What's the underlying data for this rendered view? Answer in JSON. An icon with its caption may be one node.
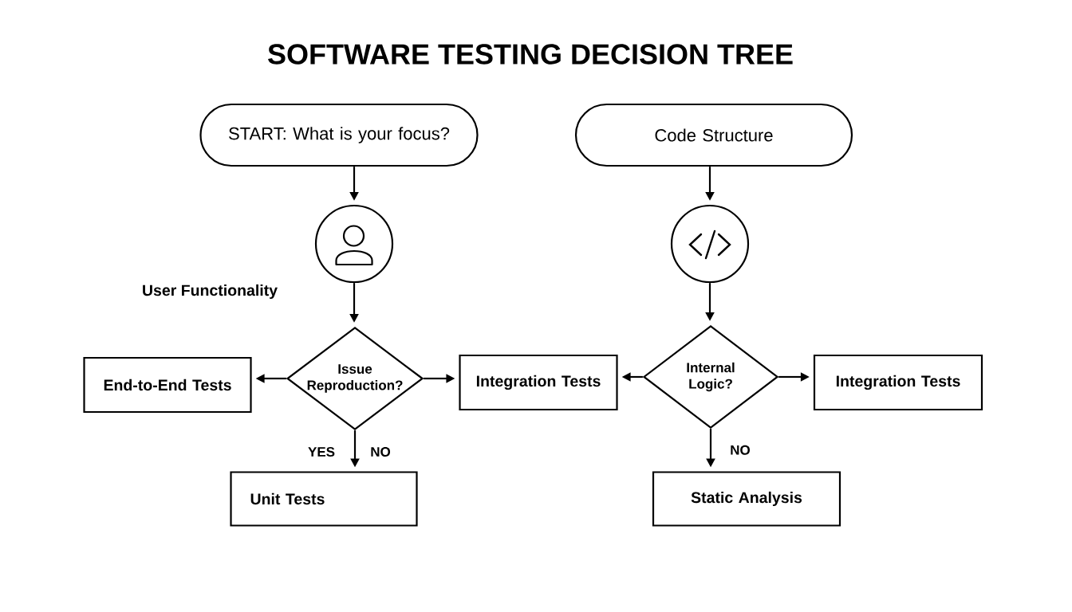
{
  "diagram": {
    "title": "SOFTWARE TESTING DECISION TREE",
    "nodes": [
      {
        "text": [
          "START: What is your focus?"
        ]
      },
      {
        "text": [
          "Code Structure"
        ]
      },
      {
        "text": [],
        "shape": "circle"
      },
      {
        "text": [],
        "shape": "circle"
      },
      {
        "text": [
          "Issue Reproduction?"
        ]
      },
      {
        "text": [
          "End-to-End Tests"
        ]
      },
      {
        "text": [
          "Integration Tests"
        ]
      },
      {
        "text": [
          "Unit Tests"
        ]
      },
      {
        "text": [
          "Internal Logic?"
        ]
      },
      {
        "text": [
          "Integration Tests"
        ]
      },
      {
        "text": [
          "Static Analysis"
        ]
      }
    ],
    "edges": [
      {
        "from": 0,
        "to": 2,
        "arrow": "to"
      },
      {
        "from": 2,
        "to": 4,
        "arrow": "to"
      },
      {
        "from": 1,
        "to": 3,
        "arrow": "to"
      },
      {
        "from": 3,
        "to": 8,
        "arrow": "to"
      },
      {
        "from": 4,
        "to": 5,
        "arrow": "to"
      },
      {
        "from": 4,
        "to": 6,
        "arrow": "to"
      },
      {
        "from": 4,
        "to": 7,
        "arrow": "to"
      },
      {
        "from": 8,
        "to": 6,
        "arrow": "to"
      },
      {
        "from": 8,
        "to": 9,
        "arrow": "to"
      },
      {
        "from": 8,
        "to": 10,
        "arrow": "to",
        "label": "NO"
      }
    ],
    "labels": [
      "User Functionality",
      "YES",
      "NO"
    ]
  }
}
